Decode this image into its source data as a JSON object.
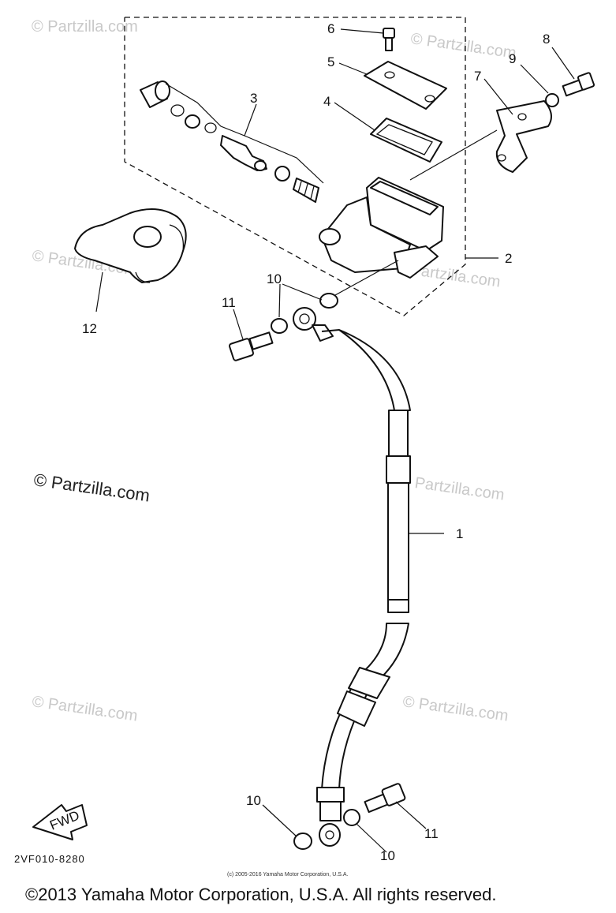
{
  "watermark": {
    "faint": "© Partzilla.com",
    "main": "© Partzilla.com"
  },
  "callouts": {
    "c1": "1",
    "c2": "2",
    "c3": "3",
    "c4": "4",
    "c5": "5",
    "c6": "6",
    "c7": "7",
    "c8": "8",
    "c9": "9",
    "c10a": "10",
    "c10b": "10",
    "c10c": "10",
    "c11a": "11",
    "c11b": "11",
    "c12": "12"
  },
  "fwd_label": "FWD",
  "diagram_code": "2VF010-8280",
  "small_copyright": "(c) 2005-2016 Yamaha Motor Corporation, U.S.A.",
  "footer_copyright": "©2013 Yamaha Motor Corporation, U.S.A. All rights reserved."
}
